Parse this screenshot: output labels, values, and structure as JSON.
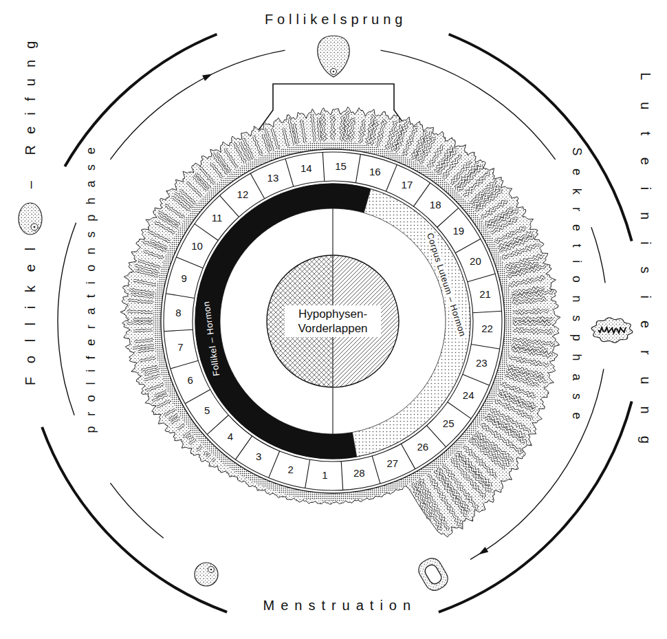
{
  "diagram": {
    "nodes": [
      {
        "text": [
          "Hypophysen- Vorderlappen"
        ]
      }
    ],
    "labels": [
      "Follikelsprung",
      "Follikel",
      "– Reifung",
      "proliferationsphase",
      "Sekretionsphase",
      "Luteinisierung",
      "Menstruation",
      "Follikel – Hormon",
      "Corpus Luteum – Hormon",
      "1",
      "2",
      "3",
      "4",
      "5",
      "6",
      "7",
      "8",
      "9",
      "10",
      "11",
      "12",
      "13",
      "14",
      "15",
      "16",
      "17",
      "18",
      "19",
      "20",
      "21",
      "22",
      "23",
      "24",
      "25",
      "26",
      "27",
      "28"
    ]
  }
}
